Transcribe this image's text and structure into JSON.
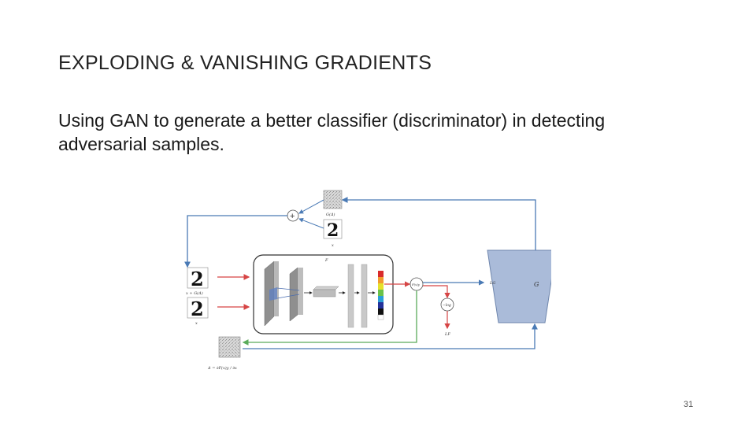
{
  "slide": {
    "title": "EXPLODING & VANISHING GRADIENTS",
    "body": "Using GAN to generate a better classifier (discriminator) in detecting adversarial samples.",
    "page_number": "31"
  },
  "diagram": {
    "generator_label": "G",
    "classifier_label": "F",
    "noise_label": "G(Δ)",
    "input_label": "x",
    "combined_label": "x + G(Δ)",
    "lower_input_label": "x",
    "digit_glyph": "2",
    "plus_symbol": "+",
    "prob_node_label": "F(x)y",
    "log_node_label": "−log",
    "loss_g_label": "LG",
    "loss_f_label": "LF",
    "gradient_formula": "Δ = ∂F(x)y / ∂x",
    "colors": {
      "generator_fill": "#aabbd9",
      "blue_arrow": "#4a7ab5",
      "red_arrow": "#d64545",
      "green_arrow": "#5aab5a",
      "layer_gray": "#9a9a9a"
    }
  }
}
